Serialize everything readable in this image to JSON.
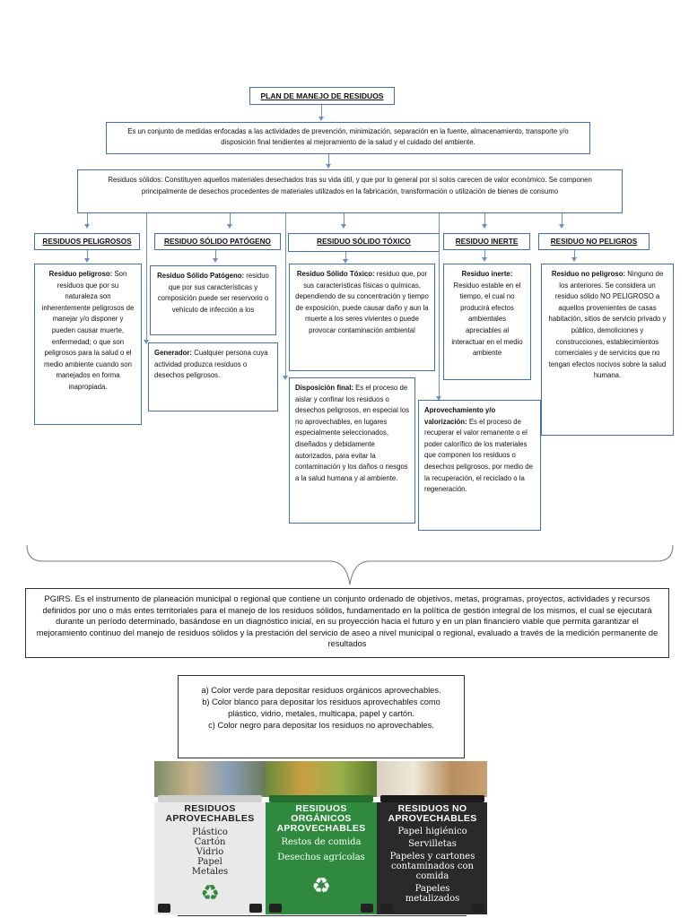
{
  "title": "PLAN DE MANEJO DE RESIDUOS",
  "definition": "Es un conjunto de medidas enfocadas a las actividades de prevención, minimización, separación en la fuente, almacenamiento, transporte y/o disposición final tendientes al mejoramiento de la salud y el cuidado del ambiente.",
  "solid_waste": "Residuos sólidos: Constituyen aquellos materiales desechados tras su vida útil, y que por lo general por sí solos carecen de valor económico. Se componen principalmente de desechos procedentes de materiales utilizados en la fabricación, transformación o utilización de bienes de consumo",
  "categories": [
    {
      "label": "RESIDUOS PELIGROSOS",
      "term": "Residuo peligroso:",
      "text": " Son residuos que por su naturaleza son inherentemente peligrosos de manejar y/o disponer y pueden causar muerte, enfermedad; o que son peligrosos para la salud o el medio ambiente cuando son manejados en forma inapropiada."
    },
    {
      "label": "RESIDUO SÓLIDO PATÓGENO",
      "term": "Residuo Sólido Patógeno:",
      "text": " residuo que por sus características y composición puede ser reservorio o vehículo de infección a los"
    },
    {
      "label": "RESIDUO SÓLIDO TÓXICO",
      "term": "Residuo Sólido Tóxico:",
      "text": " residuo que, por sus características físicas o químicas, dependiendo de su concentración y tiempo de exposición, puede causar daño y aun la muerte a los seres vivientes o puede provocar contaminación ambiental"
    },
    {
      "label": "RESIDUO INERTE",
      "term": "Residuo inerte:",
      "text": " Residuo estable en el tiempo, el cual no producirá efectos ambientales apreciables al interactuar en el medio ambiente"
    },
    {
      "label": "RESIDUO NO PELIGROS",
      "term": "Residuo no peligroso:",
      "text": " Ninguno de los anteriores. Se considera un residuo sólido NO PELIGROSO a aquellos provenientes de casas habitación, sitios de servicio privado y público, demoliciones y construcciones, establecimientos comerciales y de servicios que no tengan efectos nocivos sobre la salud humana."
    }
  ],
  "generator": {
    "term": "Generador:",
    "text": " Cualquier persona cuya actividad produzca residuos o desechos peligrosos."
  },
  "disposal": {
    "term": "Disposición final:",
    "text": " Es el proceso de aislar y confinar los residuos o desechos peligrosos, en especial los no aprovechables, en lugares especialmente seleccionados, diseñados y debidamente autorizados, para evitar la contaminación y los daños o riesgos a la salud humana y al ambiente."
  },
  "recovery": {
    "term": "Aprovechamiento y/o valorización:",
    "text": " Es el proceso de recuperar el valor remanente o el poder calorífico de los materiales que componen los residuos o desechos peligrosos, por medio de la recuperación, el reciclado o la regeneración."
  },
  "pgirs": "PGIRS. Es el instrumento de planeación municipal o regional que contiene un conjunto ordenado de objetivos, metas, programas, proyectos, actividades y recursos definidos por uno o más entes territoriales para el manejo de los residuos sólidos, fundamentado en la política de gestión integral de los mismos, el cual se ejecutará durante un período determinado, basándose en un diagnóstico inicial, en su proyección hacia el futuro y en un plan financiero viable que permita garantizar el mejoramiento continuo del manejo de residuos sólidos y la prestación del servicio de aseo a nivel municipal o regional, evaluado a través de la medición permanente de resultados",
  "colors": {
    "a": "a) Color verde para depositar residuos orgánicos aprovechables.",
    "b": "b) Color blanco para depositar los residuos aprovechables como plástico, vidrio, metales, multicapa, papel y cartón.",
    "c": "c) Color negro para depositar los residuos no aprovechables."
  },
  "bins": [
    {
      "name": "RESIDUOS APROVECHABLES",
      "items": [
        "Plástico",
        "Cartón",
        "Vidrio",
        "Papel",
        "Metales"
      ],
      "color": "#e9e9e9",
      "text_color": "#222222",
      "icon": "recycle-icon"
    },
    {
      "name": "RESIDUOS ORGÁNICOS APROVECHABLES",
      "items": [
        "Restos de comida",
        "Desechos agrícolas"
      ],
      "color": "#2f8a3e",
      "text_color": "#ffffff",
      "icon": "recycle-icon"
    },
    {
      "name": "RESIDUOS NO APROVECHABLES",
      "items": [
        "Papel higiénico",
        "Servilletas",
        "Papeles y cartones contaminados con comida",
        "Papeles metalizados"
      ],
      "color": "#2a2a2a",
      "text_color": "#ffffff",
      "icon": "none"
    }
  ]
}
